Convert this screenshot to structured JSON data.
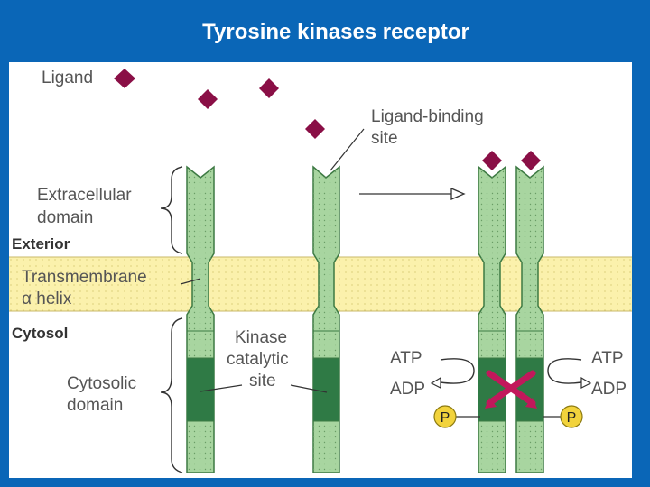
{
  "slide": {
    "title": "Tyrosine kinases receptor"
  },
  "labels": {
    "ligand": "Ligand",
    "ligand_binding_site_line1": "Ligand-binding",
    "ligand_binding_site_line2": "site",
    "extracellular_line1": "Extracellular",
    "extracellular_line2": "domain",
    "exterior": "Exterior",
    "transmembrane_line1": "Transmembrane",
    "transmembrane_line2": "α helix",
    "cytosol": "Cytosol",
    "kinase_line1": "Kinase",
    "kinase_line2": "catalytic",
    "kinase_line3": "site",
    "cytosolic_line1": "Cytosolic",
    "cytosolic_line2": "domain",
    "atp_left": "ATP",
    "adp_left": "ADP",
    "atp_right": "ATP",
    "adp_right": "ADP",
    "phosphate_left": "P",
    "phosphate_right": "P"
  },
  "colors": {
    "background": "#0a66b7",
    "membrane": "#fbf1ac",
    "receptor": "#a8d5a0",
    "receptor_outline": "#3d7a43",
    "kinase_domain": "#2f7a45",
    "ligand": "#8a0f46",
    "phosphate": "#f2d33c",
    "active_site": "#c2185b"
  }
}
